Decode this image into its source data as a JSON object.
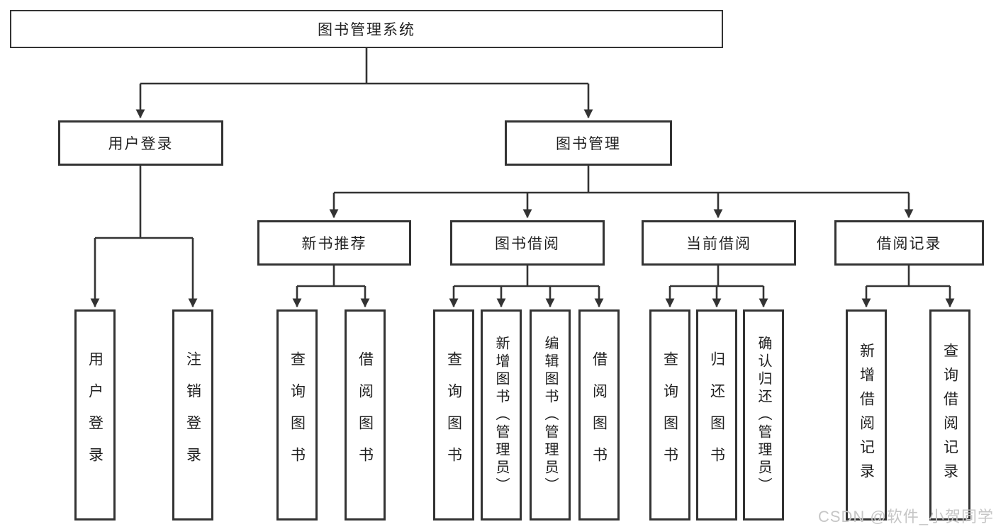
{
  "diagram": {
    "title": "图书管理系统",
    "colors": {
      "line": "#333333",
      "box_border": "#333333",
      "box_bg": "#ffffff",
      "text": "#1f1f1f",
      "watermark": "#c6c6c6"
    },
    "tree": {
      "root": {
        "label": "图书管理系统"
      },
      "level2": [
        {
          "label": "用户登录"
        },
        {
          "label": "图书管理"
        }
      ],
      "level3": [
        {
          "label": "新书推荐"
        },
        {
          "label": "图书借阅"
        },
        {
          "label": "当前借阅"
        },
        {
          "label": "借阅记录"
        }
      ],
      "leaves": {
        "user_login": [
          "用户登录",
          "注销登录"
        ],
        "new_book_recommend": [
          "查询图书",
          "借阅图书"
        ],
        "book_borrow": [
          "查询图书",
          "新增图书（管理员）",
          "编辑图书（管理员）",
          "借阅图书"
        ],
        "current_borrow": [
          "查询图书",
          "归还图书",
          "确认归还（管理员）"
        ],
        "borrow_records": [
          "新增借阅记录",
          "查询借阅记录"
        ]
      }
    }
  },
  "watermark": "CSDN @软件_小贺同学"
}
